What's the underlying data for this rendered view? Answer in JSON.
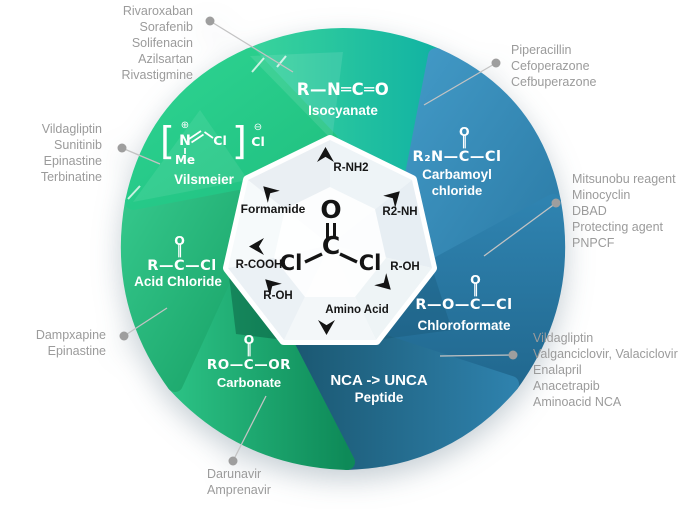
{
  "chem": {
    "o": "O",
    "c": "C",
    "double_bond": "‖"
  },
  "palette": {
    "green": "#2ecb8e",
    "teal": "#12b5a2",
    "blue": "#3a8fc0",
    "dark_blue": "#1d5b7d",
    "dark_green": "#0f8a5c",
    "text_gray": "#9b9b9b",
    "ink": "#161616",
    "white": "#ffffff"
  },
  "center": {
    "molecule": {
      "top": "O",
      "center": "C",
      "left": "Cl",
      "right": "Cl"
    },
    "reactants": {
      "r_nh2": "R-NH2",
      "r2_nh": "R2-NH",
      "r_oh_right": "R-OH",
      "amino_acid": "Amino Acid",
      "r_oh_left": "R-OH",
      "r_cooh": "R-COOH",
      "formamide": "Formamide"
    }
  },
  "segments": {
    "isocyanate": {
      "formula": "R—N═C═O",
      "label": "Isocyanate"
    },
    "carbamoyl_chloride": {
      "formula_left": "R₂N—",
      "formula_right": "—Cl",
      "label_line1": "Carbamoyl",
      "label_line2": "chloride"
    },
    "chloroformate": {
      "formula_left": "R—O—",
      "formula_right": "—Cl",
      "label": "Chloroformate"
    },
    "nca_peptide": {
      "label_line1": "NCA -> UNCA",
      "label_line2": "Peptide"
    },
    "carbonate": {
      "formula_left": "RO—",
      "formula_right": "—OR",
      "label": "Carbonate"
    },
    "acid_chloride": {
      "formula_left": "R—",
      "formula_right": "—Cl",
      "label": "Acid Chloride"
    },
    "vilsmeier": {
      "label": "Vilsmeier",
      "atoms": {
        "bracket_left": "[",
        "bracket_right": "]",
        "plus": "⊕",
        "n": "N",
        "me": "Me",
        "cl_inner": "Cl",
        "minus": "⊖",
        "cl_outer": "Cl"
      }
    }
  },
  "annotations": {
    "top_left": {
      "lines": [
        "Rivaroxaban",
        "Sorafenib",
        "Solifenacin",
        "Azilsartan",
        "Rivastigmine"
      ]
    },
    "top_right": {
      "lines": [
        "Piperacillin",
        "Cefoperazone",
        "Cefbuperazone"
      ]
    },
    "mid_left": {
      "lines": [
        "Vildagliptin",
        "Sunitinib",
        "Epinastine",
        "Terbinatine"
      ]
    },
    "mid_right": {
      "lines": [
        "Mitsunobu reagent",
        "Minocyclin",
        "DBAD",
        "Protecting agent",
        "PNPCF"
      ]
    },
    "bottom_left": {
      "lines": [
        "Dampxapine",
        "Epinastine"
      ]
    },
    "bottom_right": {
      "lines": [
        "Vildagliptin",
        "Valganciclovir, Valaciclovir",
        "Enalapril",
        "Anacetrapib",
        "Aminoacid NCA"
      ]
    },
    "bottom": {
      "lines": [
        "Darunavir",
        "Amprenavir"
      ]
    }
  }
}
